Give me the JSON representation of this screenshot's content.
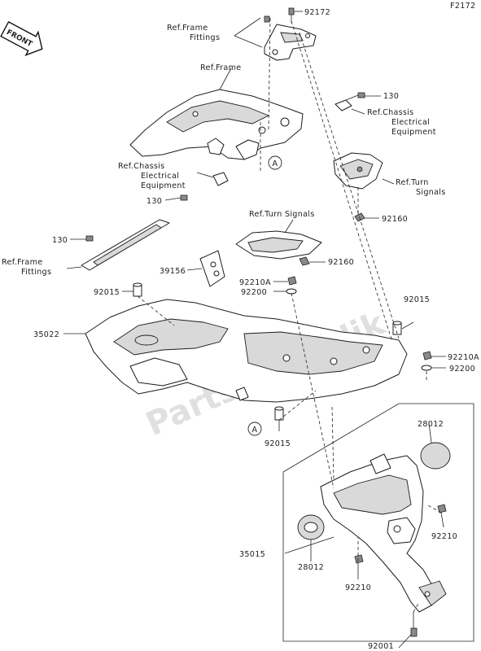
{
  "figure_code": "F2172",
  "front_arrow_label": "FRONT",
  "watermark": "PartsRepublik",
  "callouts": [
    {
      "id": "c-92172",
      "text": "92172"
    },
    {
      "id": "c-ref-frame-fittings-top-1",
      "text": "Ref.Frame"
    },
    {
      "id": "c-ref-frame-fittings-top-2",
      "text": "Fittings"
    },
    {
      "id": "c-ref-frame",
      "text": "Ref.Frame"
    },
    {
      "id": "c-130-right",
      "text": "130"
    },
    {
      "id": "c-ref-chassis-right-1",
      "text": "Ref.Chassis"
    },
    {
      "id": "c-ref-chassis-right-2",
      "text": "Electrical"
    },
    {
      "id": "c-ref-chassis-right-3",
      "text": "Equipment"
    },
    {
      "id": "c-ref-chassis-left-1",
      "text": "Ref.Chassis"
    },
    {
      "id": "c-ref-chassis-left-2",
      "text": "Electrical"
    },
    {
      "id": "c-ref-chassis-left-3",
      "text": "Equipment"
    },
    {
      "id": "c-130-left",
      "text": "130"
    },
    {
      "id": "c-ref-turn-right-1",
      "text": "Ref.Turn"
    },
    {
      "id": "c-ref-turn-right-2",
      "text": "Signals"
    },
    {
      "id": "c-92160-a",
      "text": "92160"
    },
    {
      "id": "c-ref-turn-center",
      "text": "Ref.Turn Signals"
    },
    {
      "id": "c-92160-b",
      "text": "92160"
    },
    {
      "id": "c-130-far-left",
      "text": "130"
    },
    {
      "id": "c-ref-frame-fittings-left-1",
      "text": "Ref.Frame"
    },
    {
      "id": "c-ref-frame-fittings-left-2",
      "text": "Fittings"
    },
    {
      "id": "c-39156",
      "text": "39156"
    },
    {
      "id": "c-92210a-center",
      "text": "92210A"
    },
    {
      "id": "c-92200-center",
      "text": "92200"
    },
    {
      "id": "c-92015-left",
      "text": "92015"
    },
    {
      "id": "c-35022",
      "text": "35022"
    },
    {
      "id": "c-92015-right",
      "text": "92015"
    },
    {
      "id": "c-92210a-right",
      "text": "92210A"
    },
    {
      "id": "c-92200-right",
      "text": "92200"
    },
    {
      "id": "c-92015-bottom",
      "text": "92015"
    },
    {
      "id": "c-28012-top",
      "text": "28012"
    },
    {
      "id": "c-35015",
      "text": "35015"
    },
    {
      "id": "c-28012-bottom",
      "text": "28012"
    },
    {
      "id": "c-92210-right",
      "text": "92210"
    },
    {
      "id": "c-92210-bottom",
      "text": "92210"
    },
    {
      "id": "c-92001",
      "text": "92001"
    }
  ],
  "ref_markers": [
    {
      "id": "marker-a-top",
      "text": "A"
    },
    {
      "id": "marker-a-bottom",
      "text": "A"
    }
  ]
}
